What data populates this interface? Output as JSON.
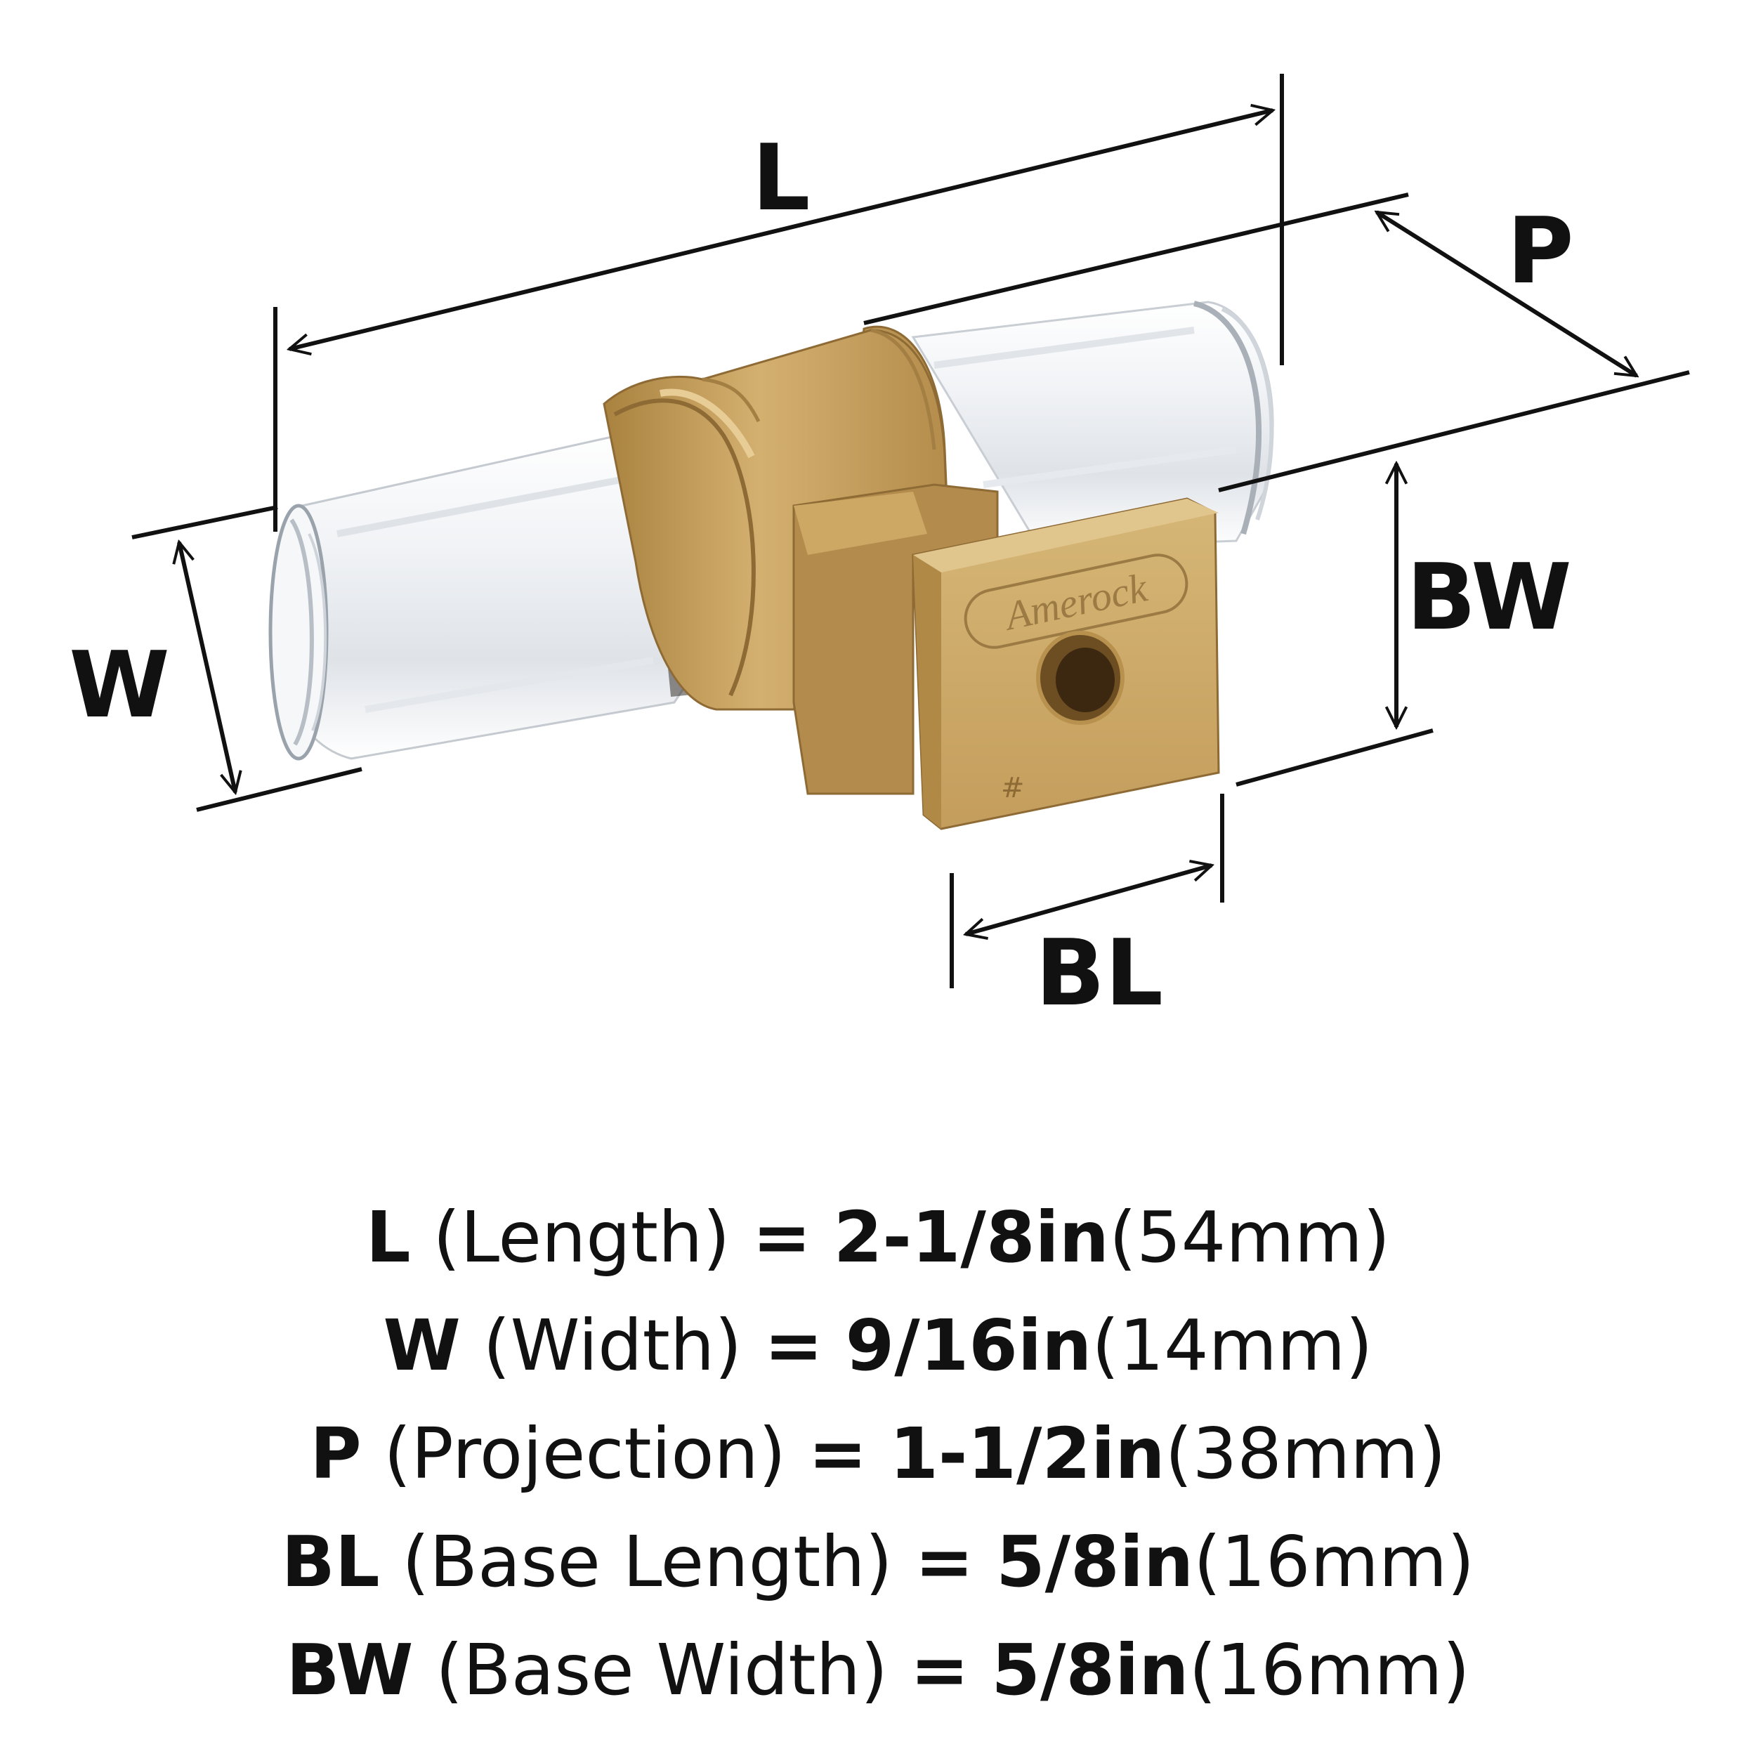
{
  "dimension_labels": {
    "length": "L",
    "projection": "P",
    "width": "W",
    "base_width": "BW",
    "base_length": "BL"
  },
  "product": {
    "brand_engraving": "Amerock",
    "back_mark": "#",
    "colors": {
      "finish": "#C6A060",
      "finish_dark": "#8E6A35",
      "finish_light": "#DDBE84",
      "crystal": "#F2F4F6",
      "crystal_edge": "#B9C0C8",
      "line": "#111111"
    }
  },
  "specs": [
    {
      "code": "L",
      "name": "(Length)",
      "eq": "=",
      "imperial": "2-1/8in",
      "metric": "(54mm)"
    },
    {
      "code": "W",
      "name": "(Width)",
      "eq": "=",
      "imperial": "9/16in",
      "metric": "(14mm)"
    },
    {
      "code": "P",
      "name": "(Projection)",
      "eq": "=",
      "imperial": "1-1/2in",
      "metric": "(38mm)"
    },
    {
      "code": "BL",
      "name": "(Base Length)",
      "eq": "=",
      "imperial": "5/8in",
      "metric": "(16mm)"
    },
    {
      "code": "BW",
      "name": "(Base Width)",
      "eq": "=",
      "imperial": "5/8in",
      "metric": "(16mm)"
    }
  ]
}
